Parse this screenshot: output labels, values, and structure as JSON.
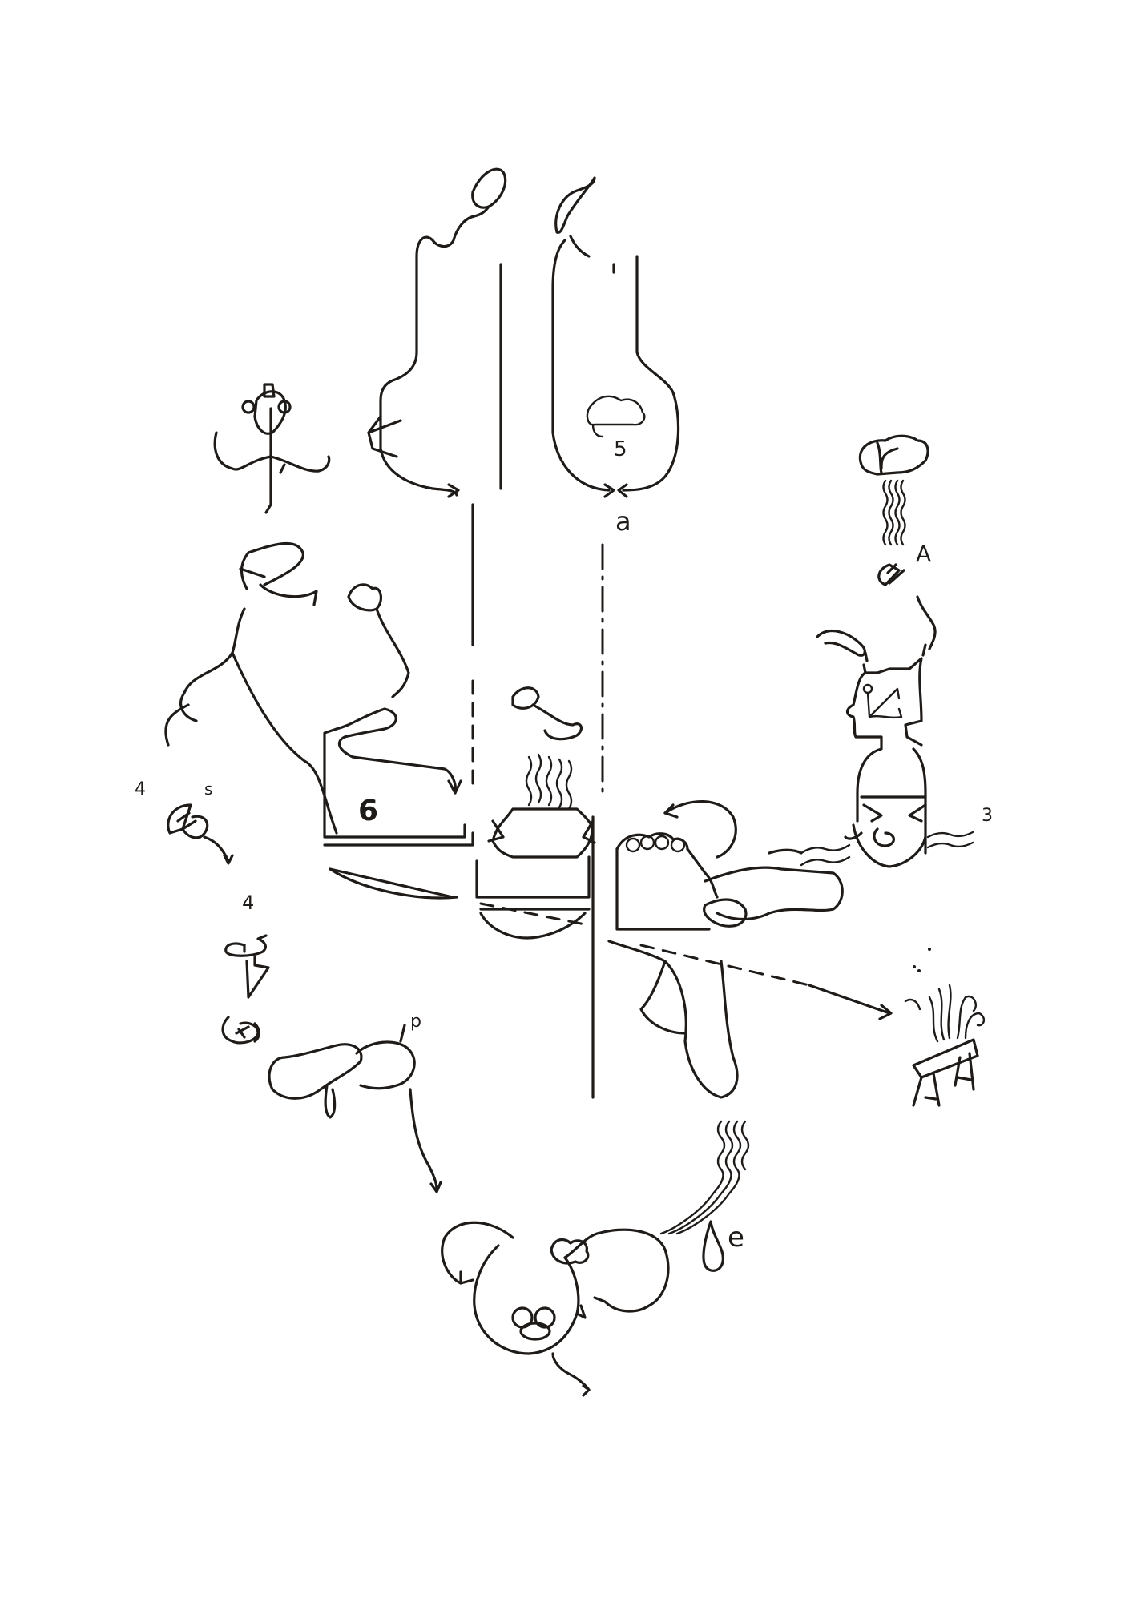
{
  "drawing": {
    "background": "#ffffff",
    "ink_color": "#1e1b19",
    "labels": {
      "pear_number": "5",
      "pear_letter": "a",
      "cloud_letter": "A",
      "figure_number": "3",
      "left_number": "4",
      "left_superscript": "s",
      "spiral_number": "4",
      "box_number": "6",
      "hook_letter": "p",
      "drop_letter": "e"
    }
  }
}
